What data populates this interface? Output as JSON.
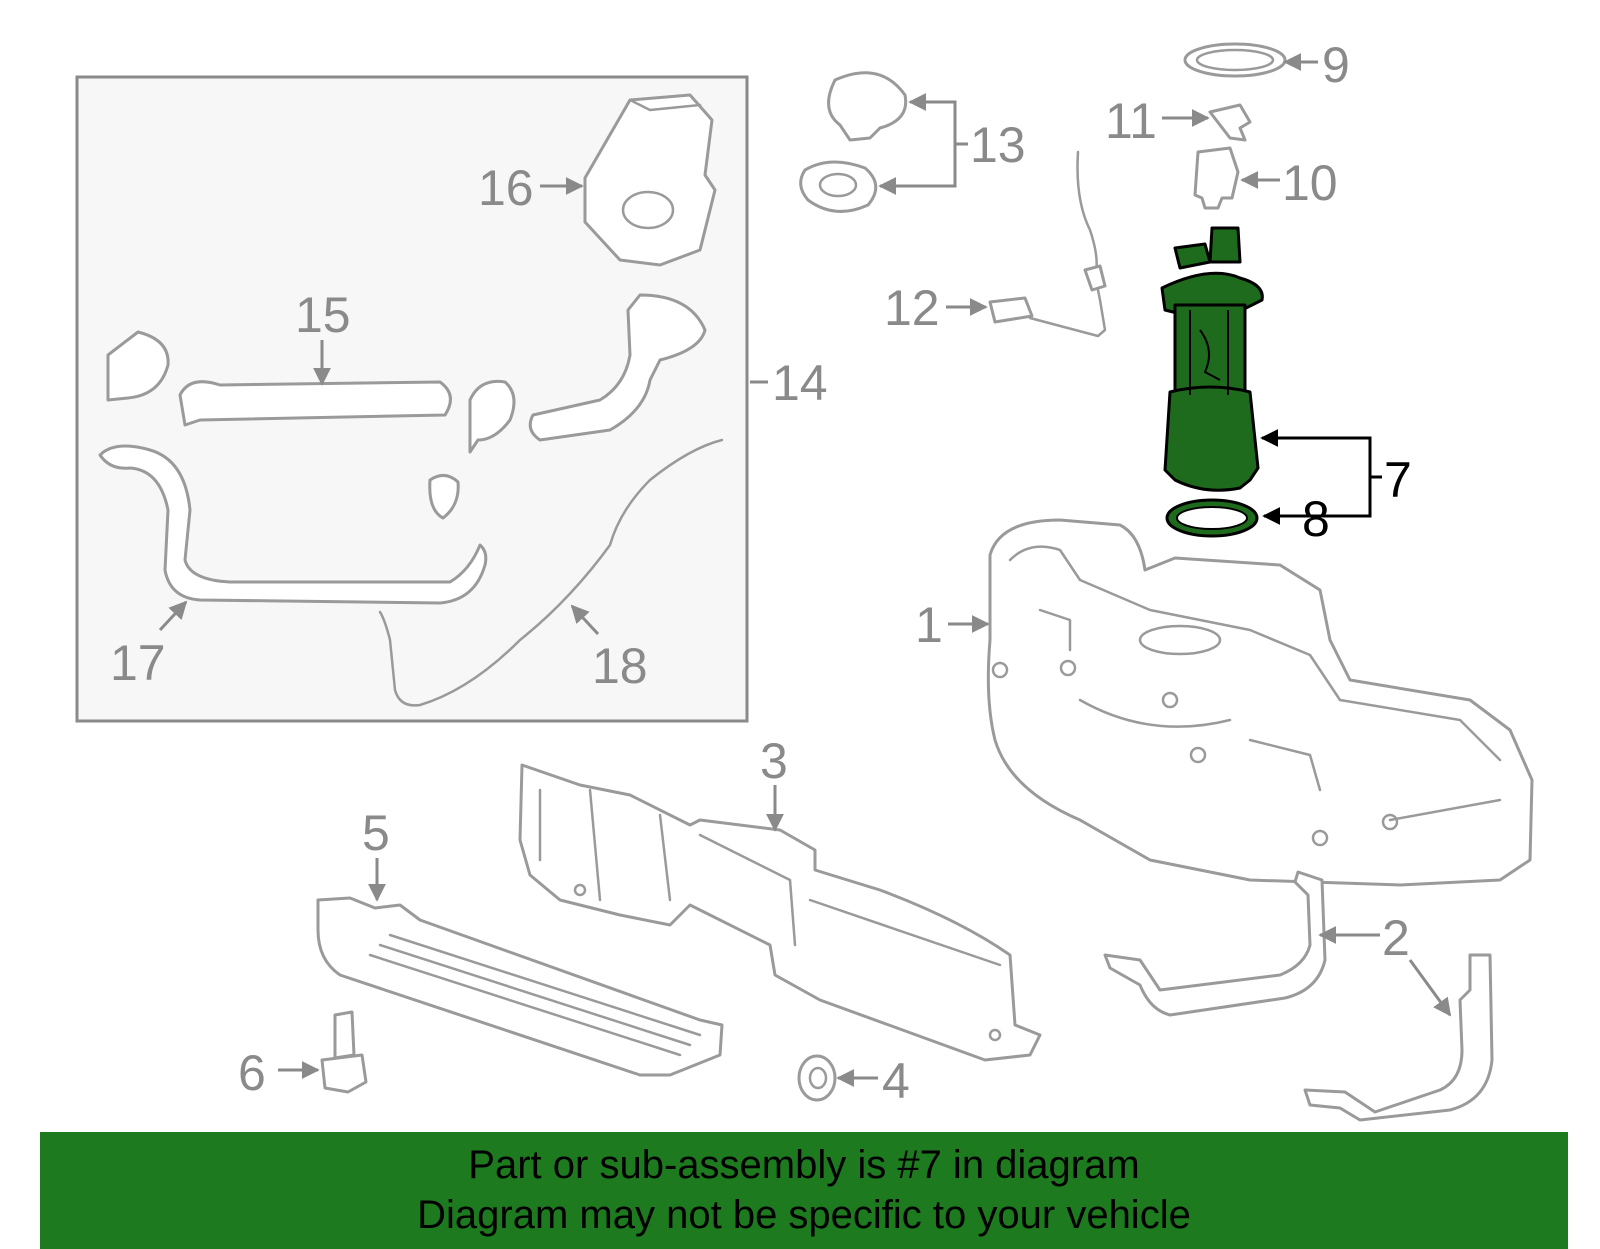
{
  "colors": {
    "highlight": "#1e6b1e",
    "banner": "#1e7a1e",
    "line": "#9a9a9a"
  },
  "callouts": {
    "c1": "1",
    "c2": "2",
    "c3": "3",
    "c4": "4",
    "c5": "5",
    "c6": "6",
    "c7": "7",
    "c8": "8",
    "c9": "9",
    "c10": "10",
    "c11": "11",
    "c12": "12",
    "c13": "13",
    "c14": "14",
    "c15": "15",
    "c16": "16",
    "c17": "17",
    "c18": "18"
  },
  "banner": {
    "line1": "Part or sub-assembly is #7 in diagram",
    "line2": "Diagram may not be specific to your vehicle"
  }
}
